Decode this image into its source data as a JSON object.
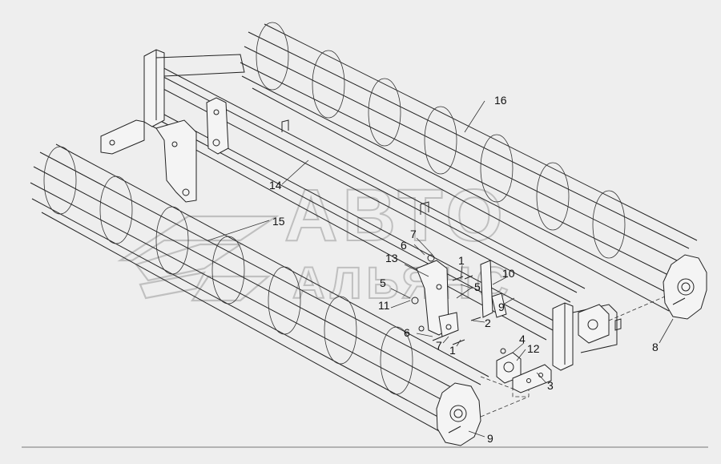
{
  "watermark": {
    "line1": "АВТО",
    "line2": "АЛЬЯНС",
    "icon": "car-logo-icon"
  },
  "callouts": [
    {
      "id": "c16",
      "label": "16"
    },
    {
      "id": "c14",
      "label": "14"
    },
    {
      "id": "c15",
      "label": "15"
    },
    {
      "id": "c7a",
      "label": "7"
    },
    {
      "id": "c6a",
      "label": "6"
    },
    {
      "id": "c13",
      "label": "13"
    },
    {
      "id": "c1a",
      "label": "1"
    },
    {
      "id": "c5a",
      "label": "5"
    },
    {
      "id": "c5b",
      "label": "5"
    },
    {
      "id": "c10",
      "label": "10"
    },
    {
      "id": "c9a",
      "label": "9"
    },
    {
      "id": "c11",
      "label": "11"
    },
    {
      "id": "c2",
      "label": "2"
    },
    {
      "id": "c6b",
      "label": "6"
    },
    {
      "id": "c7b",
      "label": "7"
    },
    {
      "id": "c1b",
      "label": "1"
    },
    {
      "id": "c4",
      "label": "4"
    },
    {
      "id": "c12",
      "label": "12"
    },
    {
      "id": "c3",
      "label": "3"
    },
    {
      "id": "c8",
      "label": "8"
    },
    {
      "id": "c9b",
      "label": "9"
    }
  ]
}
